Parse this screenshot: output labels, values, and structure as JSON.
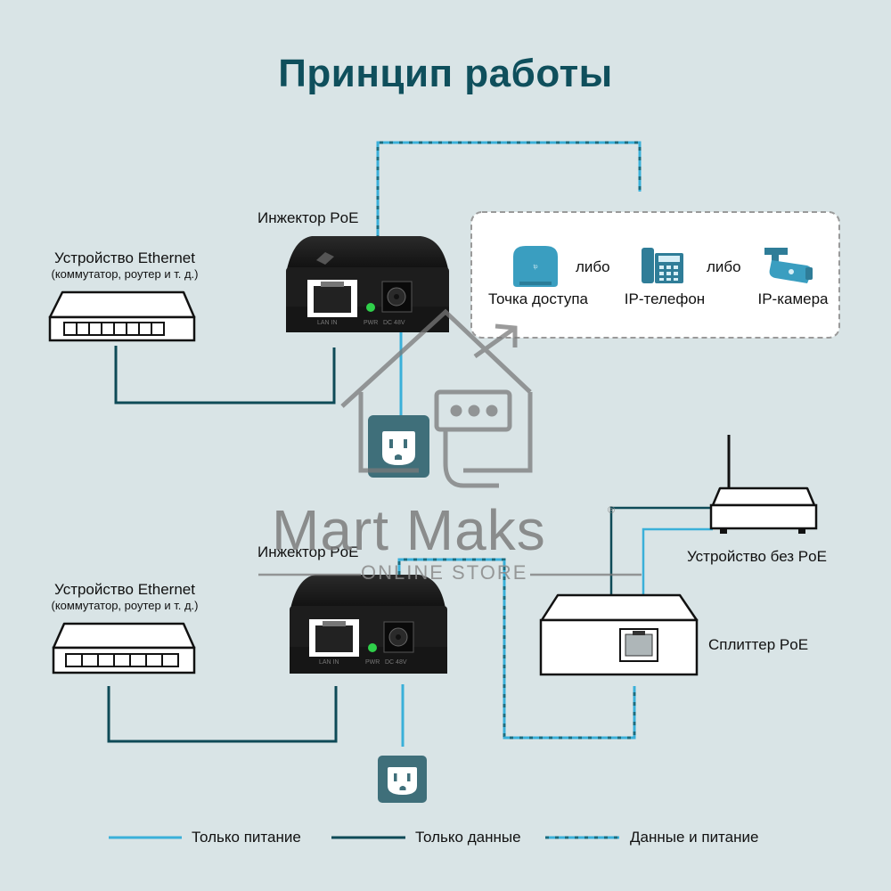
{
  "title": "Принцип работы",
  "top": {
    "injector_label": "Инжектор PoE",
    "ethernet_label": "Устройство Ethernet",
    "ethernet_sub": "(коммутатор, роутер и т. д.)",
    "port_labels": [
      "LAN IN",
      "PWR",
      "DC 48V"
    ],
    "devices": [
      {
        "label": "Точка доступа"
      },
      {
        "label": "IP-телефон"
      },
      {
        "label": "IP-камера"
      }
    ],
    "or_label": "либо"
  },
  "bottom": {
    "injector_label": "Инжектор PoE",
    "ethernet_label": "Устройство Ethernet",
    "ethernet_sub": "(коммутатор, роутер и т. д.)",
    "port_labels": [
      "LAN IN",
      "PWR",
      "DC 48V"
    ],
    "no_poe_label": "Устройство без PoE",
    "splitter_label": "Сплиттер PoE"
  },
  "watermark": {
    "name": "Mart Maks",
    "sub": "ONLINE STORE",
    "reg": "®"
  },
  "legend": [
    {
      "label": "Только питание",
      "style": "power"
    },
    {
      "label": "Только данные",
      "style": "data"
    },
    {
      "label": "Данные и питание",
      "style": "both"
    }
  ],
  "colors": {
    "background": "#d9e4e6",
    "title": "#0f4f5c",
    "power_line": "#3ab0d9",
    "data_line": "#0e4a57",
    "device_dark": "#1f1f1f",
    "outlet": "#3f6f7a",
    "pwr_led": "#2fd04a"
  },
  "icons": [
    "access-point-icon",
    "ip-phone-icon",
    "ip-camera-icon",
    "power-outlet-icon",
    "house-watermark-icon"
  ]
}
